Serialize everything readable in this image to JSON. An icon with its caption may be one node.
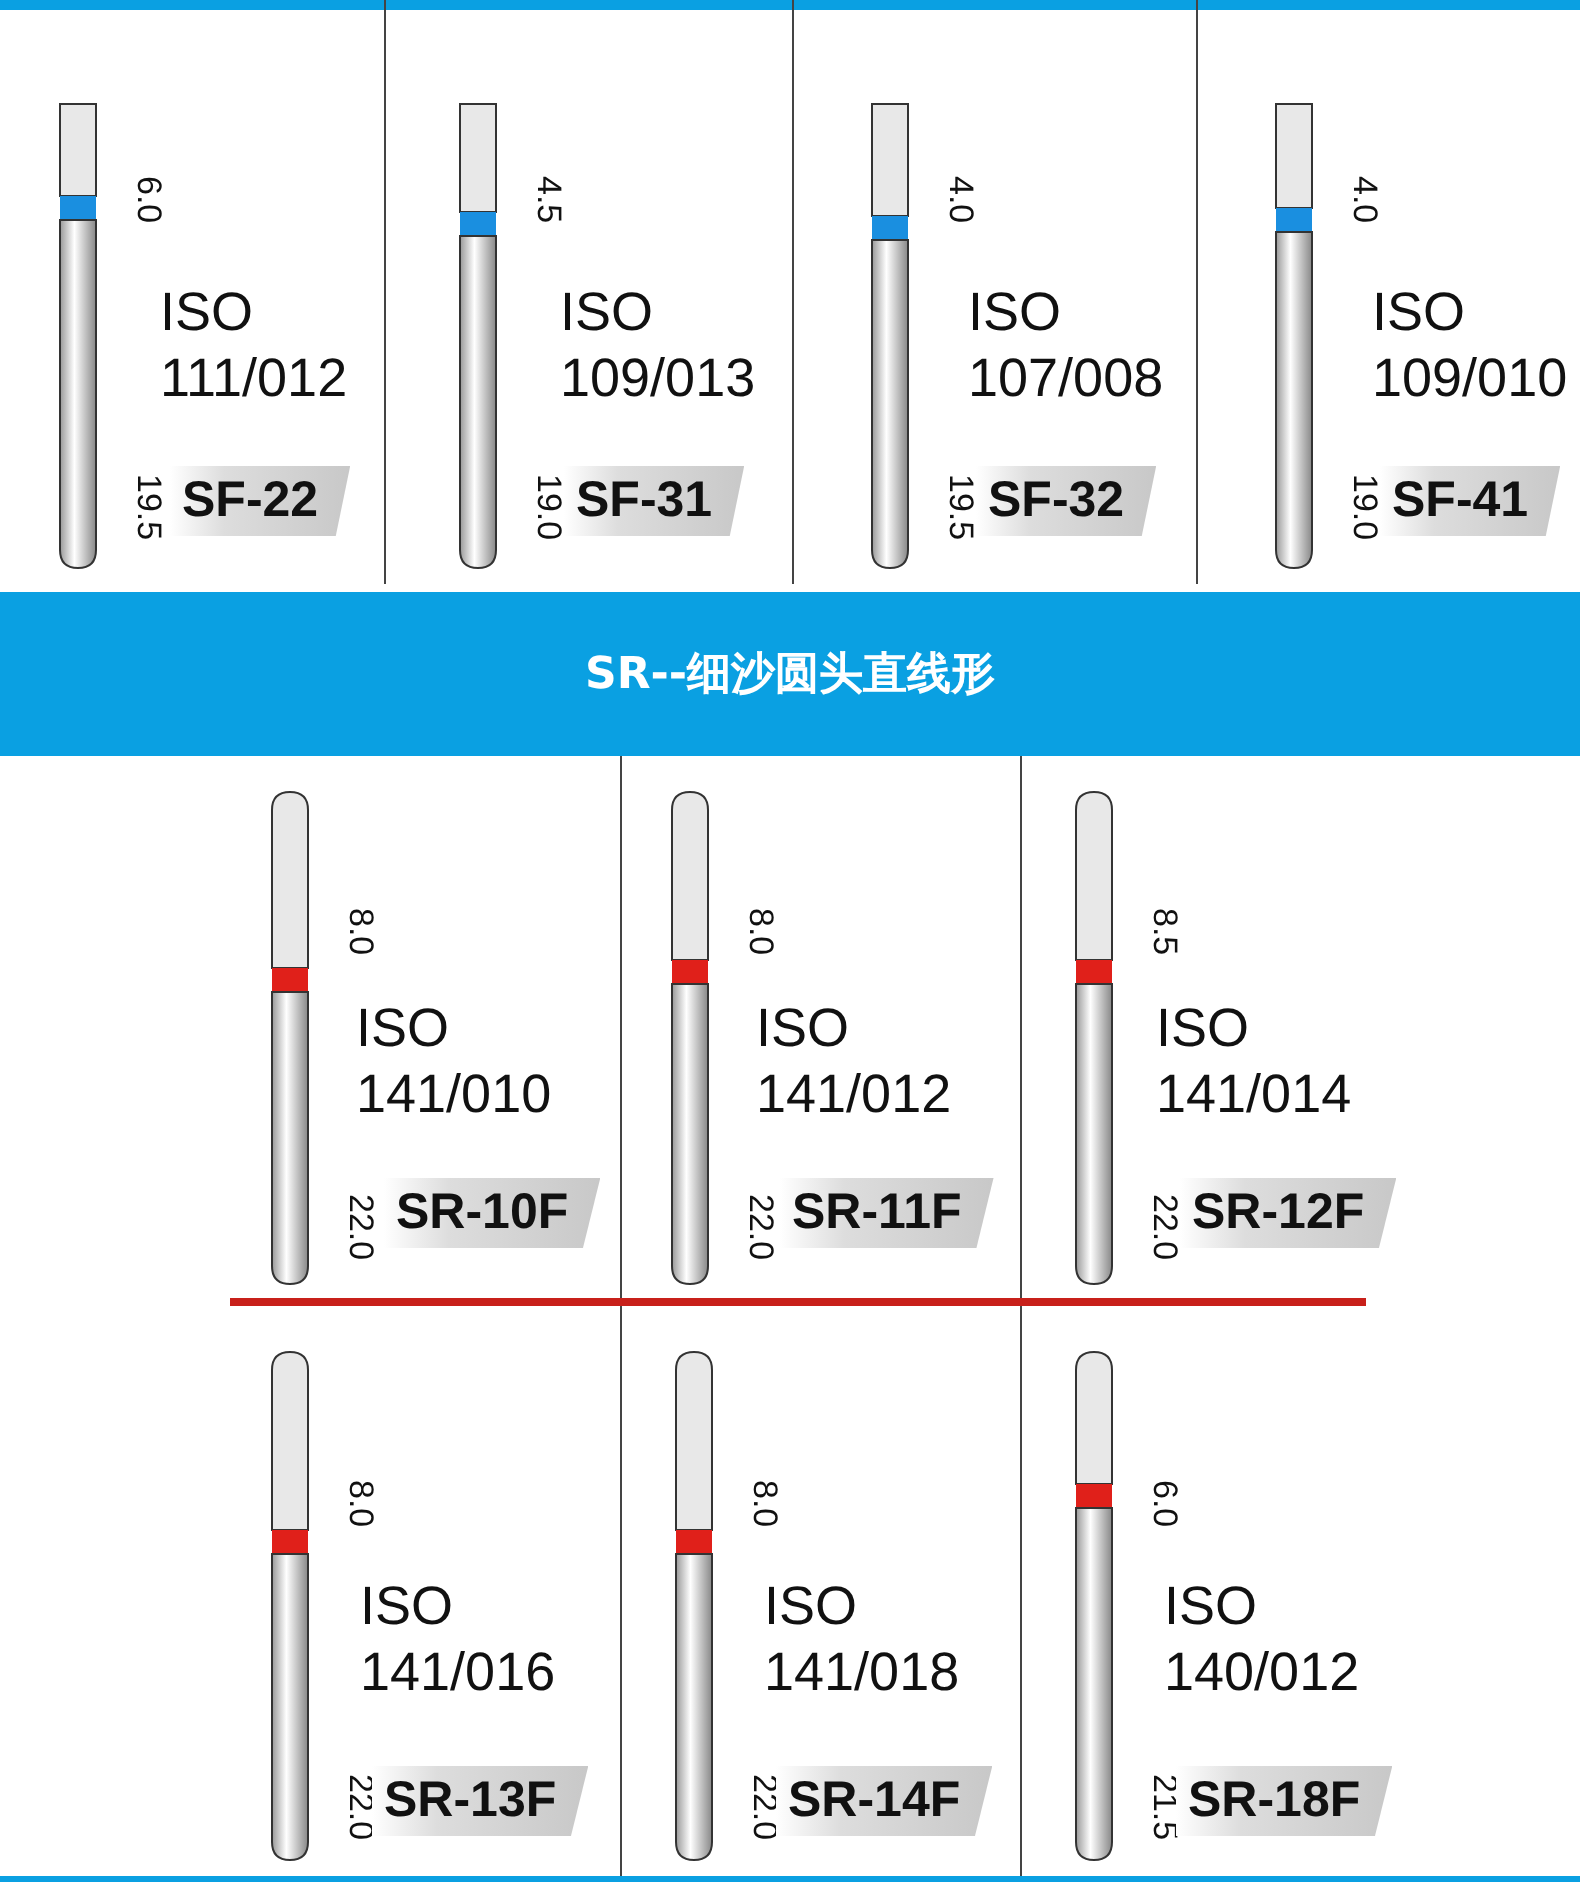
{
  "diagram": {
    "nodes": [
      {
        "text": [
          "6.0",
          "ISO 111/012",
          "19.5",
          "SF-22"
        ]
      },
      {
        "text": [
          "4.5",
          "ISO 109/013",
          "19.0",
          "SF-31"
        ]
      },
      {
        "text": [
          "4.0",
          "ISO 107/008",
          "19.5",
          "SF-32"
        ]
      },
      {
        "text": [
          "4.0",
          "ISO 109/010",
          "19.0",
          "SF-41"
        ]
      },
      {
        "text": [
          "SR--细沙圆头直线形"
        ]
      },
      {
        "text": [
          "8.0",
          "ISO 141/010",
          "22.0",
          "SR-10F"
        ]
      },
      {
        "text": [
          "8.0",
          "ISO 141/012",
          "22.0",
          "SR-11F"
        ]
      },
      {
        "text": [
          "8.5",
          "ISO 141/014",
          "22.0",
          "SR-12F"
        ]
      },
      {
        "text": [
          "8.0",
          "ISO 141/016",
          "22.0",
          "SR-13F"
        ]
      },
      {
        "text": [
          "8.0",
          "ISO 141/018",
          "22.0",
          "SR-14F"
        ]
      },
      {
        "text": [
          "6.0",
          "ISO 140/012",
          "21.5",
          "SR-18F"
        ]
      }
    ],
    "edges": []
  }
}
